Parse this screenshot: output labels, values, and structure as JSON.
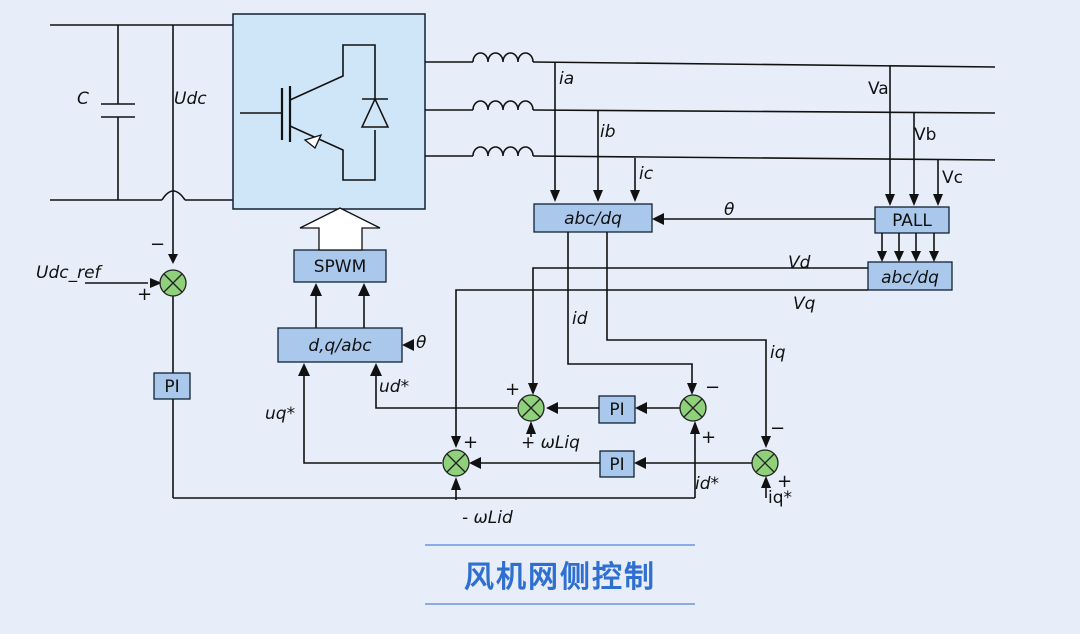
{
  "labels": {
    "c": "C",
    "udc": "Udc",
    "udc_ref": "Udc_ref",
    "ia": "ia",
    "ib": "ib",
    "ic": "ic",
    "va": "Va",
    "vb": "Vb",
    "vc": "Vc",
    "theta_top": "θ",
    "theta_dq": "θ",
    "vd": "Vd",
    "vq": "Vq",
    "id": "id",
    "iq": "iq",
    "ud_star": "ud*",
    "uq_star": "uq*",
    "id_star": "id*",
    "iq_star": "iq*",
    "plus_wliq": "+ ωLiq",
    "minus_wlid": "- ωLid"
  },
  "blocks": {
    "spwm": "SPWM",
    "dq_abc": "d,q/abc",
    "abc_dq_top": "abc/dq",
    "abc_dq_right": "abc/dq",
    "pall": "PALL",
    "pi_dc": "PI",
    "pi_d": "PI",
    "pi_q": "PI"
  },
  "signs": {
    "dc_minus": "−",
    "dc_plus": "+",
    "s1_plus": "+",
    "s2_minus": "−",
    "s2_plus": "+",
    "s3_minus": "−",
    "s3_plus": "+",
    "s4_plus": "+",
    "s5_plus": "+"
  },
  "caption": "风机网侧控制",
  "colors": {
    "background": "#e8eef9",
    "block_fill": "#a9c8ec",
    "inverter_fill": "#cfe5f8",
    "summer_fill": "#8fd07a",
    "caption": "#2e6fd1"
  }
}
